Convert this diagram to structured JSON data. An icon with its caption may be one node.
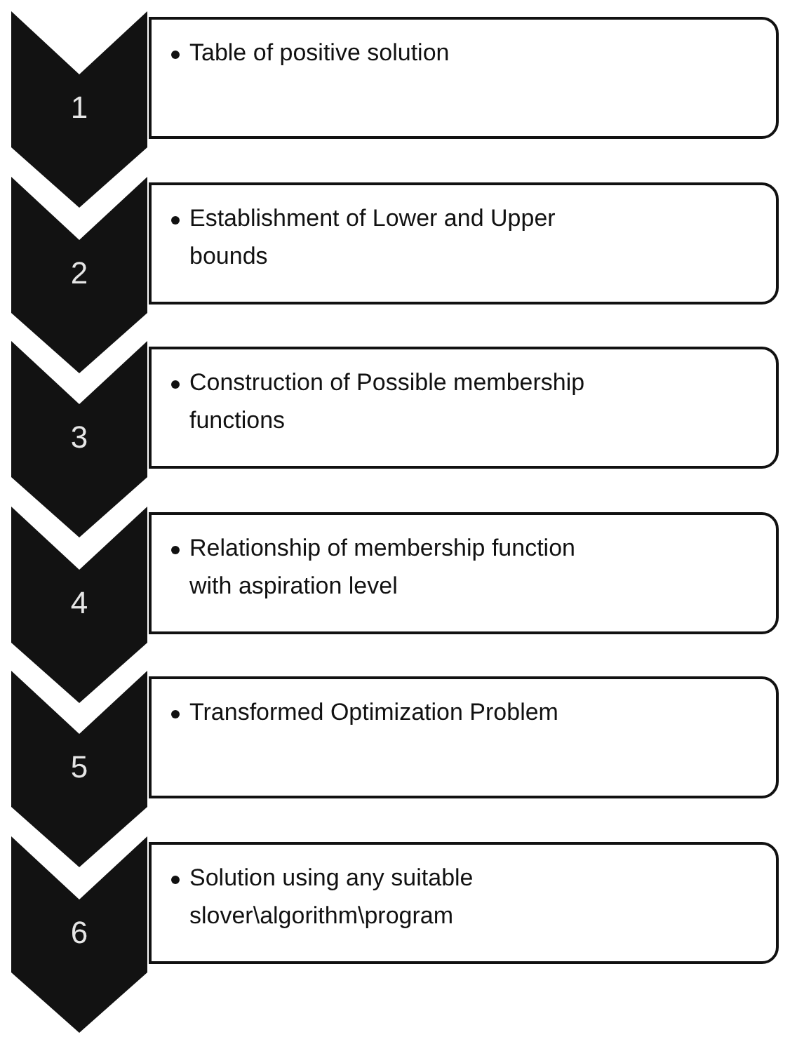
{
  "diagram": {
    "nodes": [
      {
        "text": [
          "1"
        ]
      },
      {
        "text": [
          "Table of positive solution"
        ]
      },
      {
        "text": [
          "2"
        ]
      },
      {
        "text": [
          "Establishment of Lower and Upper bounds"
        ]
      },
      {
        "text": [
          "3"
        ]
      },
      {
        "text": [
          "Construction of Possible membership functions"
        ]
      },
      {
        "text": [
          "4"
        ]
      },
      {
        "text": [
          "Relationship of membership function with aspiration level"
        ]
      },
      {
        "text": [
          "5"
        ]
      },
      {
        "text": [
          "Transformed Optimization Problem"
        ]
      },
      {
        "text": [
          "6"
        ]
      },
      {
        "text": [
          "Solution using any suitable slover\\algorithm\\program"
        ]
      }
    ]
  }
}
